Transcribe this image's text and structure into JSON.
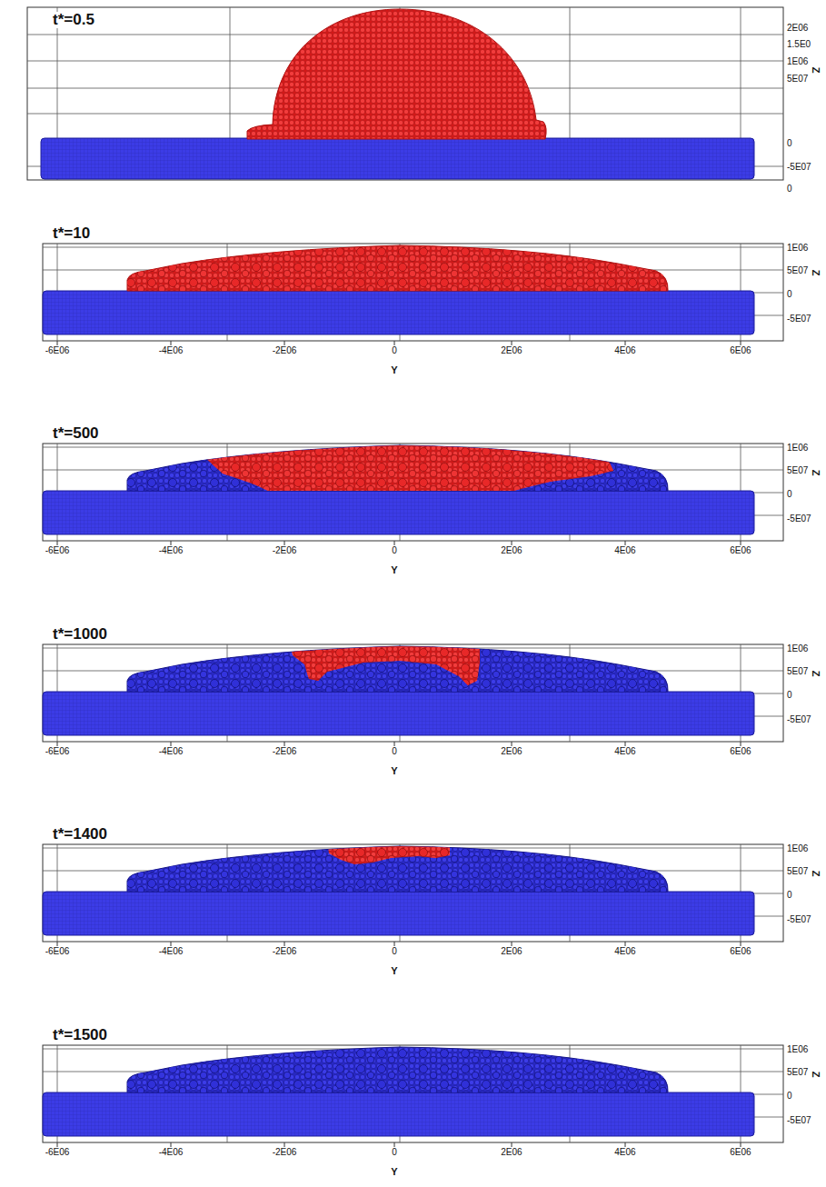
{
  "diagram": {
    "labels": [
      "t*=0.5",
      "2E06",
      "1.5E0",
      "1E06",
      "5E07",
      "0",
      "-5E07",
      "Z",
      "0",
      "t*=10",
      "1E06",
      "5E07",
      "0",
      "-5E07",
      "Z",
      "-6E06",
      "-4E06",
      "-2E06",
      "0",
      "2E06",
      "4E06",
      "6E06",
      "Y",
      "t*=500",
      "1E06",
      "5E07",
      "0",
      "-5E07",
      "Z",
      "-6E06",
      "-4E06",
      "-2E06",
      "0",
      "2E06",
      "4E06",
      "6E06",
      "Y",
      "t*=1000",
      "1E06",
      "5E07",
      "0",
      "-5E07",
      "Z",
      "-6E06",
      "-4E06",
      "-2E06",
      "0",
      "2E06",
      "4E06",
      "6E06",
      "Y",
      "t*=1400",
      "1E06",
      "5E07",
      "0",
      "-5E07",
      "Z",
      "-6E06",
      "-4E06",
      "-2E06",
      "0",
      "2E06",
      "4E06",
      "6E06",
      "Y",
      "t*=1500",
      "1E06",
      "5E07",
      "0",
      "-5E07",
      "Z",
      "-6E06",
      "-4E06",
      "-2E06",
      "0",
      "2E06",
      "4E06",
      "6E06",
      "Y"
    ]
  }
}
